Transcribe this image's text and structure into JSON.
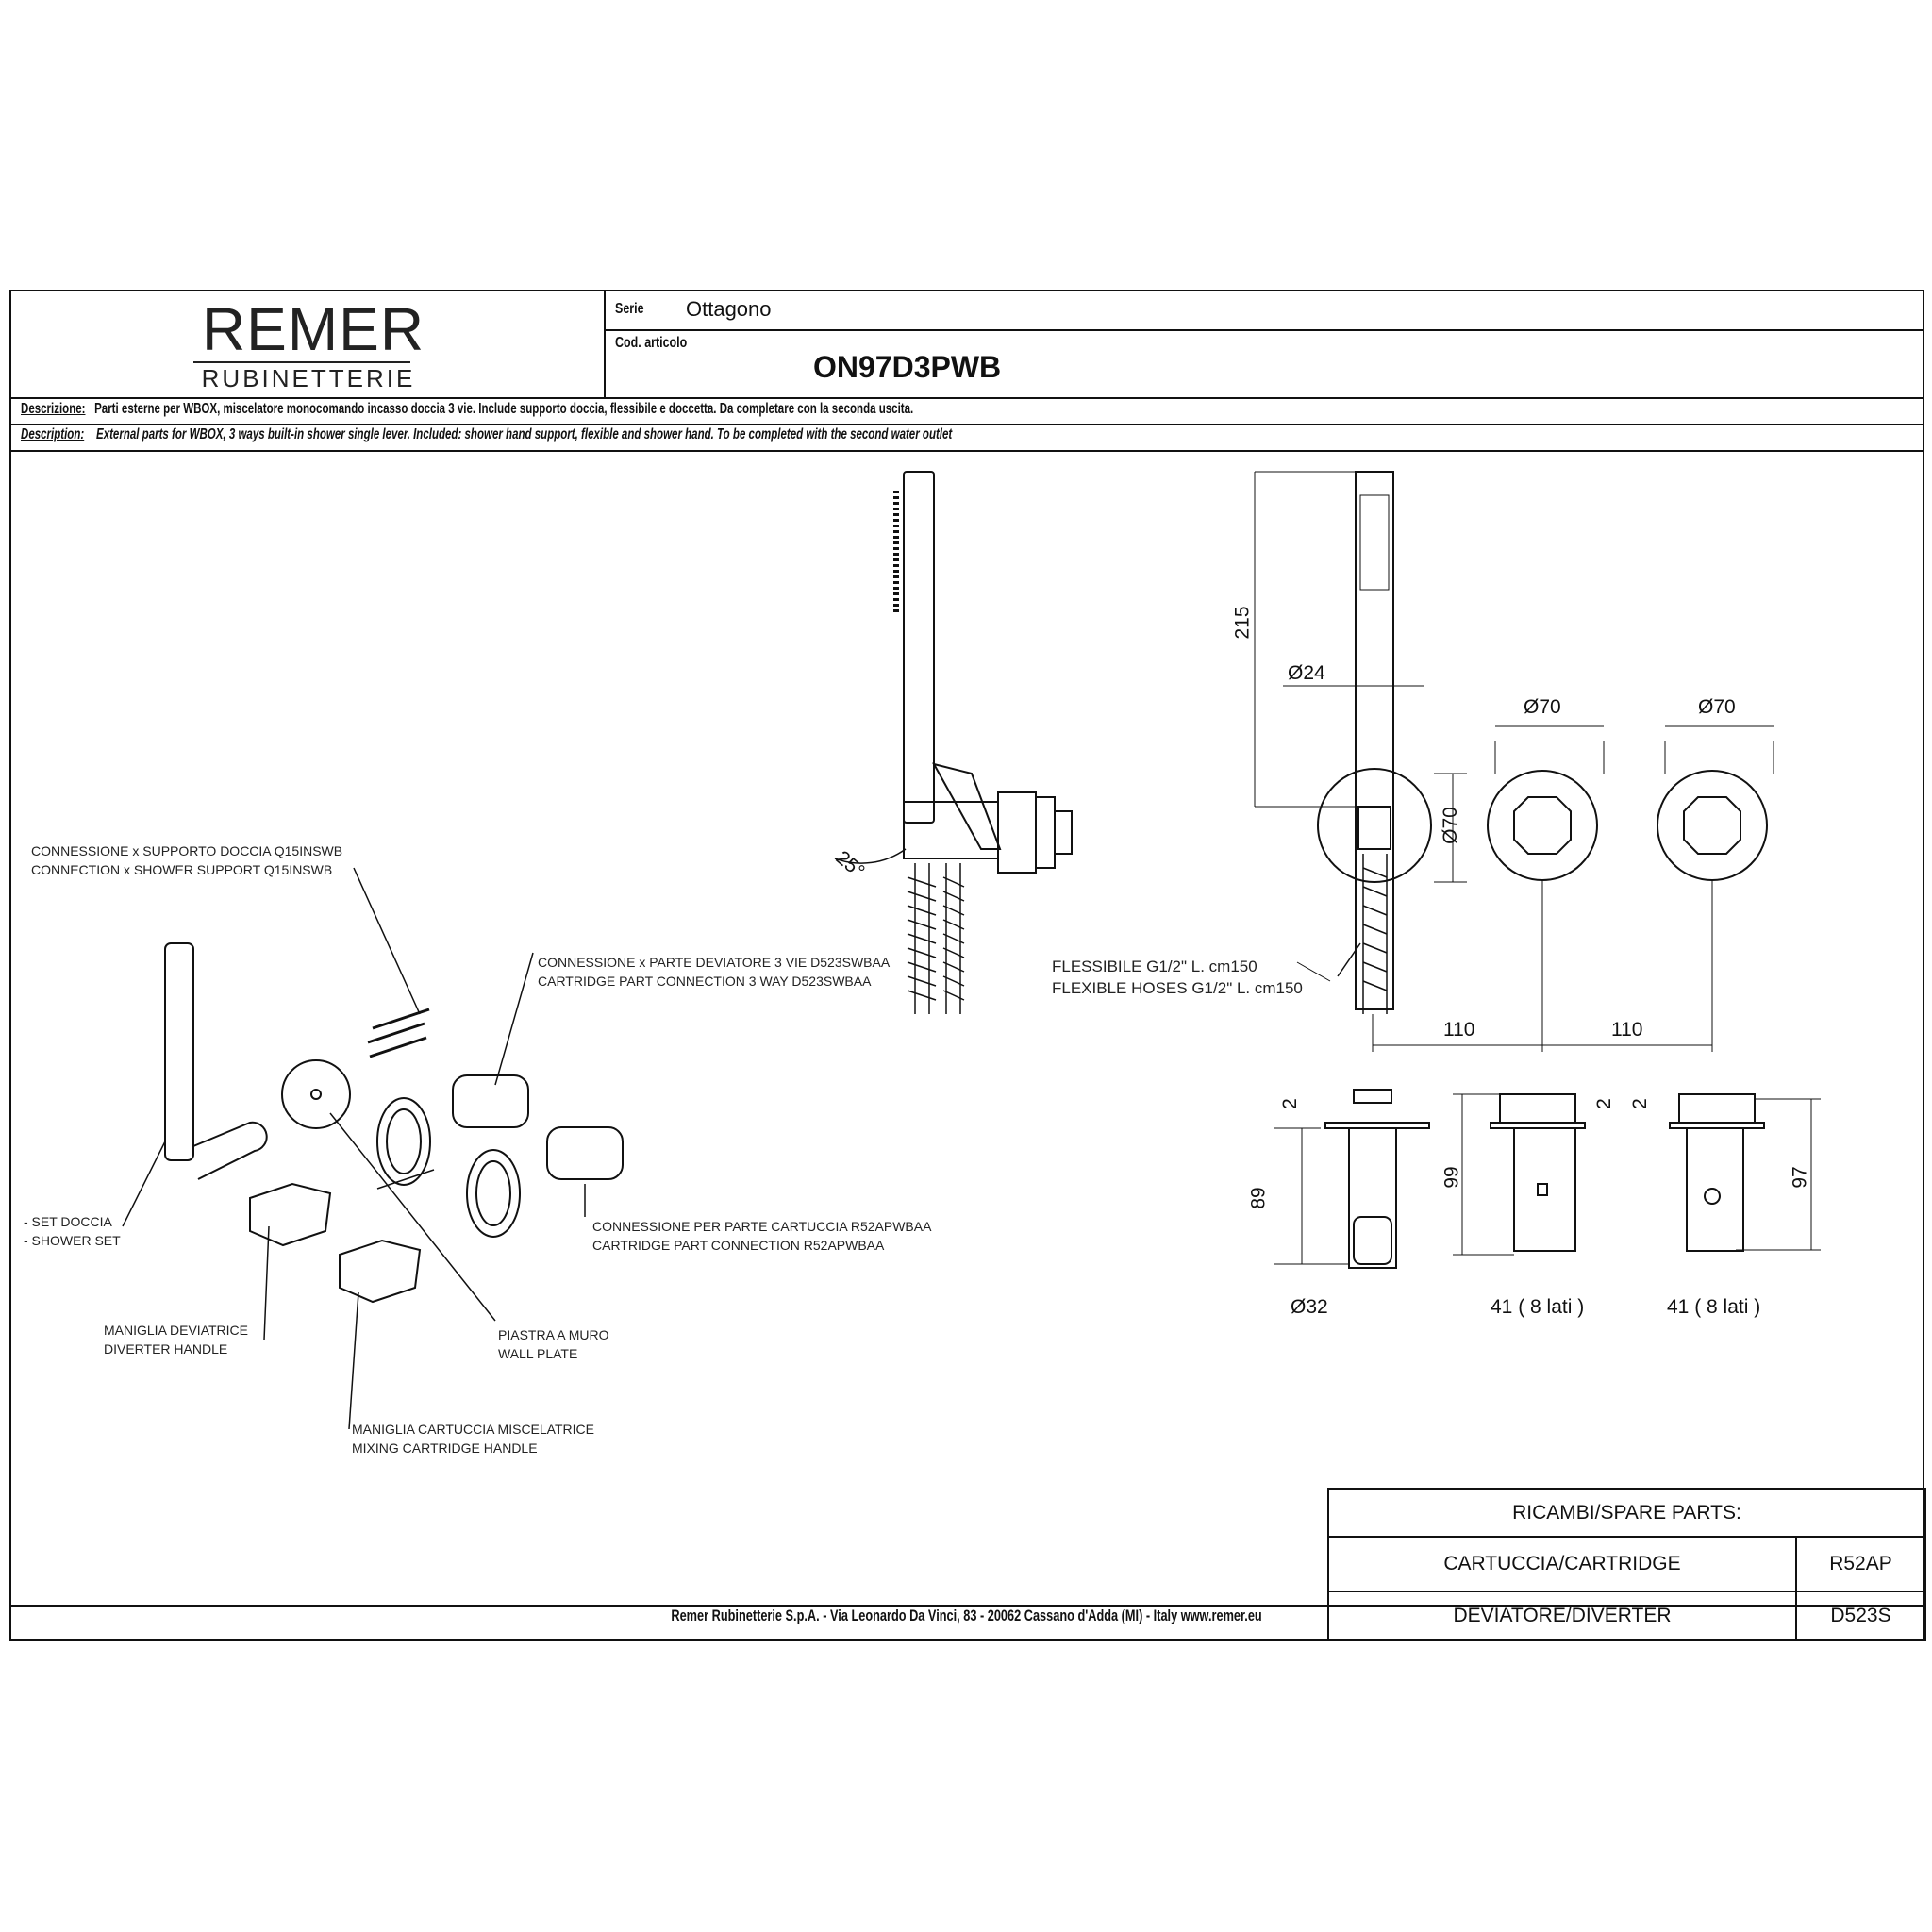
{
  "header": {
    "brand": "REMER",
    "brand_sub": "RUBINETTERIE",
    "serie_label": "Serie",
    "serie_value": "Ottagono",
    "code_label": "Cod. articolo",
    "code_value": "ON97D3PWB"
  },
  "description": {
    "it_label": "Descrizione:",
    "it_text": "Parti esterne per WBOX, miscelatore monocomando incasso doccia 3 vie. Include supporto doccia, flessibile e doccetta. Da completare con la seconda uscita.",
    "en_label": "Description:",
    "en_text": "External parts for WBOX, 3 ways built-in shower single lever. Included: shower hand support, flexible and shower hand. To be completed with the second water outlet"
  },
  "notes": {
    "connection_support": [
      "CONNESSIONE x SUPPORTO DOCCIA Q15INSWB",
      "CONNECTION x SHOWER SUPPORT Q15INSWB"
    ],
    "connection_diverter": [
      "CONNESSIONE x PARTE DEVIATORE 3 VIE D523SWBAA",
      "CARTRIDGE PART CONNECTION 3 WAY D523SWBAA"
    ],
    "connection_cartridge": [
      "CONNESSIONE PER PARTE CARTUCCIA R52APWBAA",
      "CARTRIDGE PART CONNECTION R52APWBAA"
    ],
    "shower_set": [
      "- SET DOCCIA",
      "- SHOWER SET"
    ],
    "diverter_handle": [
      "MANIGLIA DEVIATRICE",
      "DIVERTER HANDLE"
    ],
    "wall_plate": [
      "PIASTRA A MURO",
      "WALL PLATE"
    ],
    "mixing_handle": [
      "MANIGLIA CARTUCCIA MISCELATRICE",
      "MIXING CARTRIDGE HANDLE"
    ],
    "flexible": [
      "FLESSIBILE G1/2\" L. cm150",
      "FLEXIBLE HOSES  G1/2\" L. cm150"
    ]
  },
  "dimensions": {
    "angle": "25°",
    "h215": "215",
    "d24": "Ø24",
    "d70_a": "Ø70",
    "d70_b": "Ø70",
    "d70_side": "Ø70",
    "spacing_a": "110",
    "spacing_b": "110",
    "t2_a": "2",
    "t2_b": "2",
    "t2_c": "2",
    "h89": "89",
    "h99": "99",
    "h97": "97",
    "d32": "Ø32",
    "w41_a": "41 ( 8 lati )",
    "w41_b": "41 ( 8 lati )"
  },
  "spare_parts": {
    "title": "RICAMBI/SPARE PARTS:",
    "rows": [
      {
        "name": "CARTUCCIA/CARTRIDGE",
        "code": "R52AP"
      },
      {
        "name": "DEVIATORE/DIVERTER",
        "code": "D523S"
      }
    ]
  },
  "footer": "Remer Rubinetterie S.p.A. - Via Leonardo Da Vinci, 83 - 20062 Cassano d'Adda (MI) - Italy www.remer.eu"
}
